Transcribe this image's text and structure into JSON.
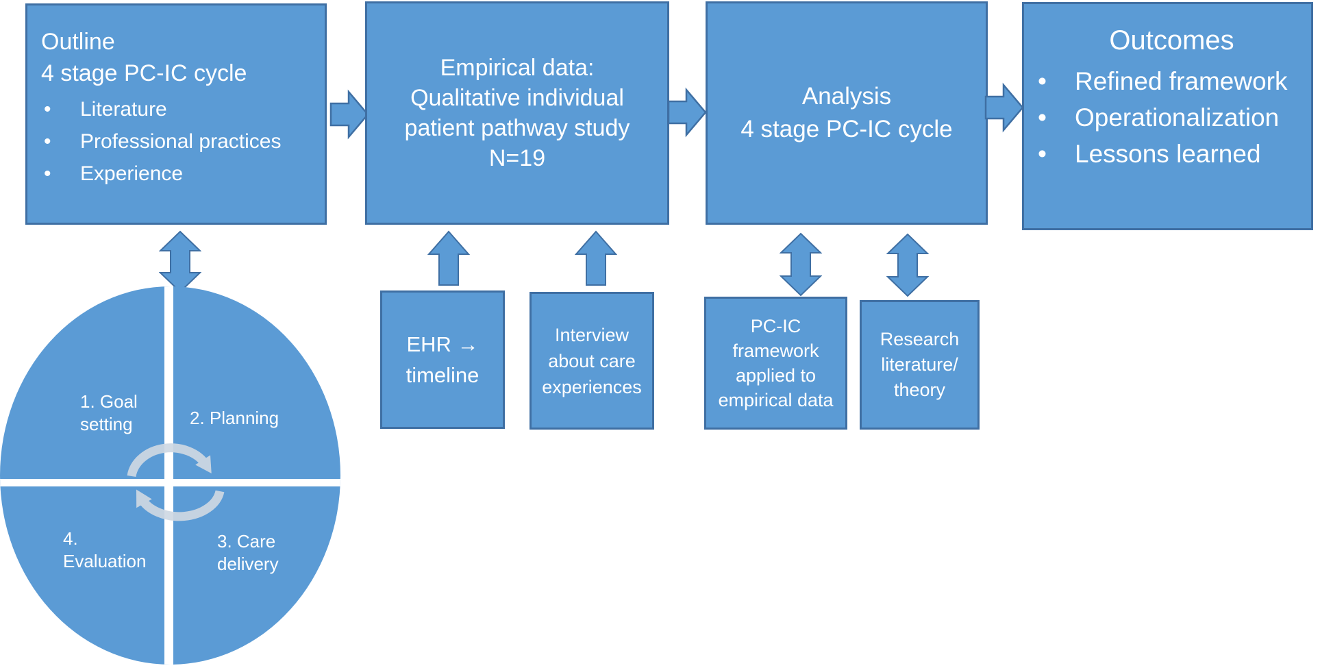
{
  "colors": {
    "shape_fill": "#5b9bd5",
    "shape_border": "#3f6fa3",
    "text": "#ffffff",
    "cycle_rotation_arrow": "#cfd8e3",
    "background": "#ffffff"
  },
  "glyphs": {
    "bullet": "•"
  },
  "boxes": {
    "outline": {
      "lines": [
        "Outline",
        "4 stage PC-IC cycle"
      ],
      "bullets": [
        "Literature",
        "Professional practices",
        "Experience"
      ]
    },
    "empirical": {
      "lines": [
        "Empirical data:",
        "Qualitative individual",
        "patient pathway study",
        "N=19"
      ]
    },
    "analysis": {
      "lines": [
        "Analysis",
        "4 stage PC-IC cycle"
      ]
    },
    "outcomes": {
      "title": "Outcomes",
      "bullets": [
        "Refined framework",
        "Operationalization",
        "Lessons learned"
      ]
    },
    "ehr": {
      "lines": [
        "EHR →",
        "timeline"
      ]
    },
    "interview": {
      "lines": [
        "Interview",
        "about care",
        "experiences"
      ]
    },
    "pcic_framework": {
      "lines": [
        "PC-IC",
        "framework",
        "applied to",
        "empirical data"
      ]
    },
    "research": {
      "lines": [
        "Research",
        "literature/",
        "theory"
      ]
    }
  },
  "cycle": {
    "quadrant_1": {
      "lines": [
        "1. Goal",
        "setting"
      ]
    },
    "quadrant_2": {
      "lines": [
        "2. Planning"
      ]
    },
    "quadrant_3": {
      "lines": [
        "3. Care",
        "delivery"
      ]
    },
    "quadrant_4": {
      "lines": [
        "4.",
        "Evaluation"
      ]
    }
  }
}
